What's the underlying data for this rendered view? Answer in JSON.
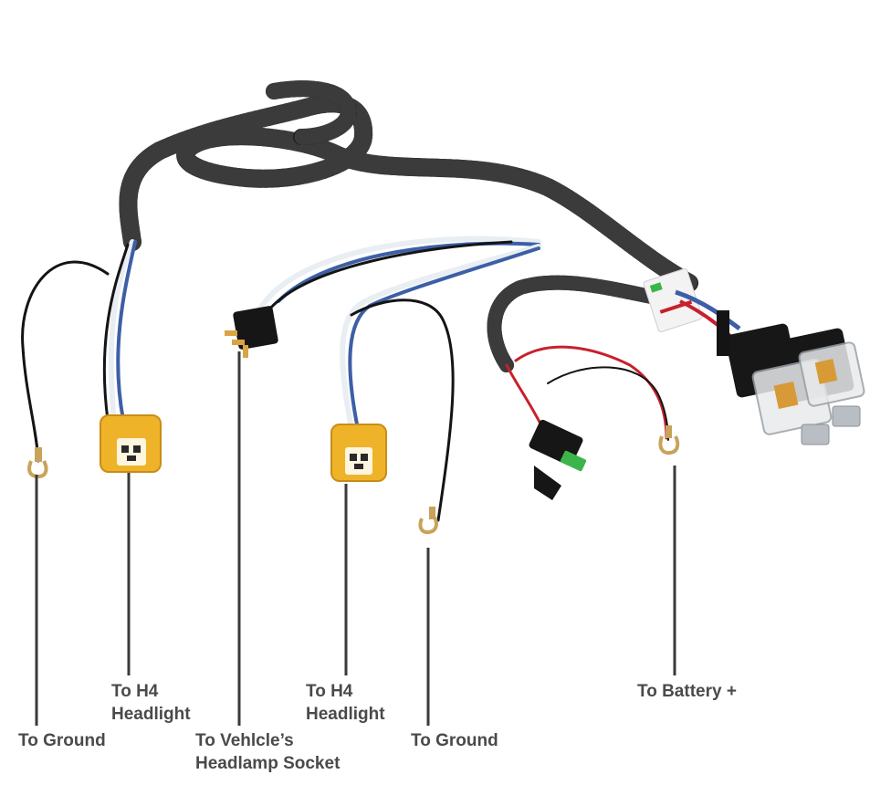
{
  "diagram": {
    "labels": {
      "ground_left": "To Ground",
      "h4_left_line1": "To H4",
      "h4_left_line2": "Headlight",
      "socket_line1": "To Vehlcle’s",
      "socket_line2": "Headlamp Socket",
      "h4_right_line1": "To H4",
      "h4_right_line2": "Headlight",
      "ground_right": "To Ground",
      "battery": "To Battery +"
    },
    "colors": {
      "loom": "#1c1c1c",
      "wire_black": "#141414",
      "wire_blue": "#3d5fa6",
      "wire_white": "#e9eef3",
      "wire_red": "#c8202c",
      "socket_yellow": "#efb32a",
      "fuse_green": "#3bb54a",
      "leader_line": "#3a3a3a",
      "label_text": "#4a4a4a"
    }
  }
}
